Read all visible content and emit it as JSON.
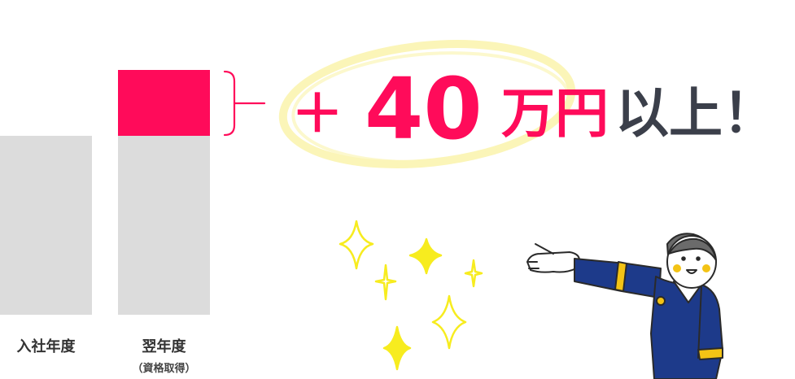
{
  "bars": [
    {
      "label": "入社年度",
      "sublabel": "",
      "base": 1.0,
      "increase": 0
    },
    {
      "label": "翌年度",
      "sublabel": "（資格取得）",
      "base": 1.0,
      "increase": 0.37
    }
  ],
  "headline": {
    "plus": "＋",
    "number": "40",
    "unit": "万円",
    "suffix": "以上！"
  },
  "colors": {
    "bar_gray": "#dcdcdc",
    "accent": "#ff0b5a",
    "text_dark": "#3b3f4a",
    "highlight_yellow": "#fbf5b8",
    "sparkle": "#f7ec1f",
    "uniform_navy": "#1d3a8a",
    "uniform_trim": "#f3c315"
  },
  "icons": [
    "sparkle-icon",
    "presenter-illustration"
  ]
}
